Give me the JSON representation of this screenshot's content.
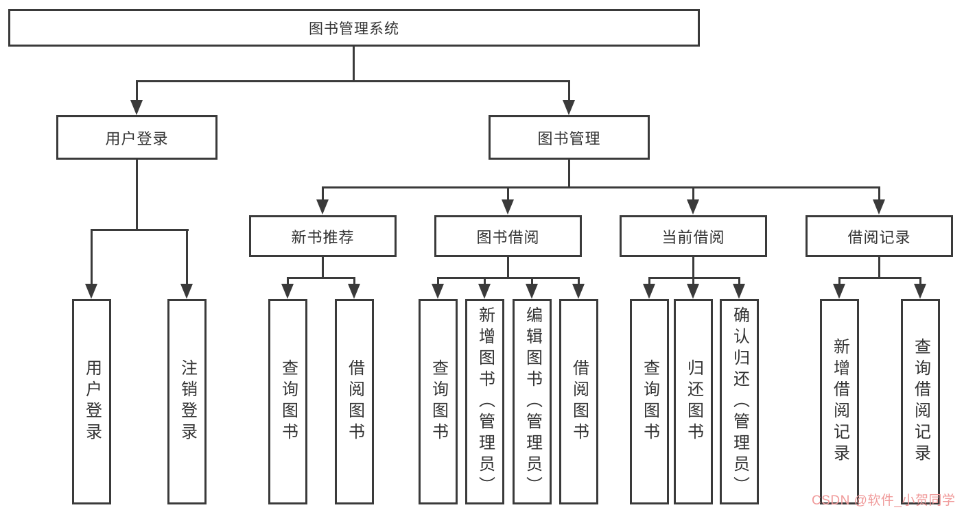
{
  "tree": {
    "root": {
      "label": "图书管理系统",
      "children": [
        {
          "label": "用户登录",
          "children": [
            {
              "label": "用户登录"
            },
            {
              "label": "注销登录"
            }
          ]
        },
        {
          "label": "图书管理",
          "children": [
            {
              "label": "新书推荐",
              "children": [
                {
                  "label": "查询图书"
                },
                {
                  "label": "借阅图书"
                }
              ]
            },
            {
              "label": "图书借阅",
              "children": [
                {
                  "label": "查询图书"
                },
                {
                  "label": "新增图书（管理员）"
                },
                {
                  "label": "编辑图书（管理员）"
                },
                {
                  "label": "借阅图书"
                }
              ]
            },
            {
              "label": "当前借阅",
              "children": [
                {
                  "label": "查询图书"
                },
                {
                  "label": "归还图书"
                },
                {
                  "label": "确认归还（管理员）"
                }
              ]
            },
            {
              "label": "借阅记录",
              "children": [
                {
                  "label": "新增借阅记录"
                },
                {
                  "label": "查询借阅记录"
                }
              ]
            }
          ]
        }
      ]
    }
  },
  "watermark": {
    "text": "CSDN @软件_小贺同学"
  },
  "colors": {
    "line": "#3a3a3a",
    "text": "#333333",
    "watermark": "#f09a9a",
    "background": "#ffffff"
  }
}
